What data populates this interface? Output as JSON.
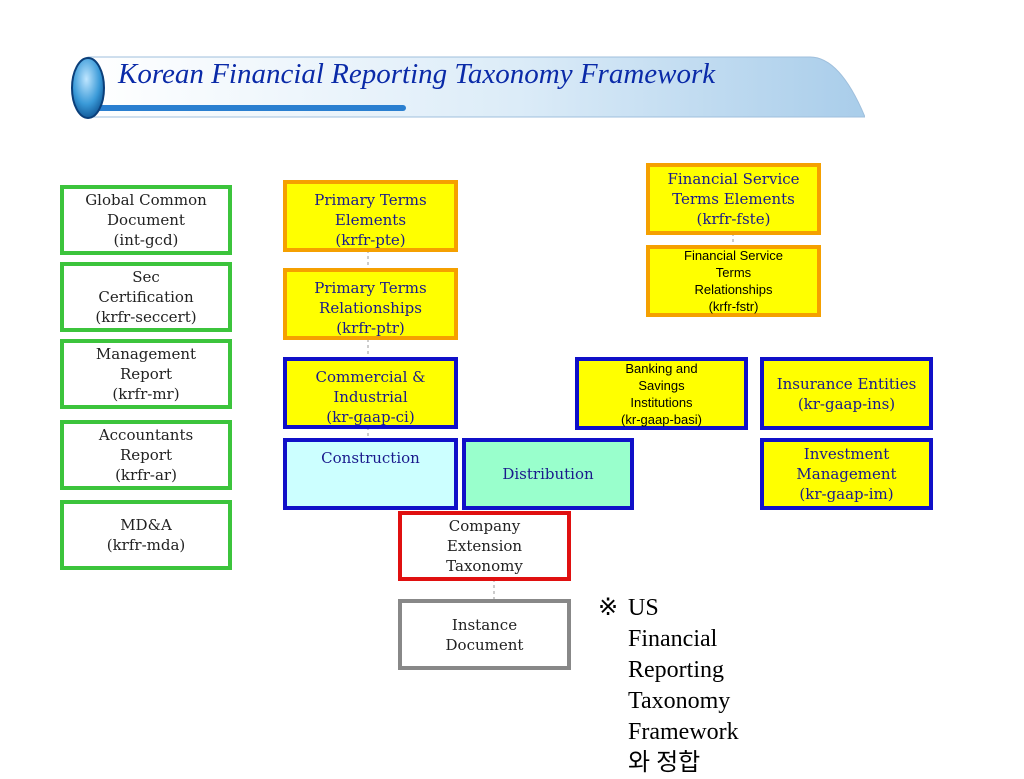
{
  "title": "Korean Financial Reporting Taxonomy Framework",
  "colors": {
    "title": "#0a2aa8",
    "green_border": "#3cc43c",
    "orange_border": "#f5a000",
    "blue_border": "#1010c8",
    "red_border": "#e01010",
    "gray_border": "#888888",
    "yellow_fill": "#ffff00",
    "light_cyan_fill": "#ccffff",
    "aqua_fill": "#99ffcc"
  },
  "boxes": {
    "global_common": "Global Common\nDocument\n(int-gcd)",
    "sec_cert": "Sec\nCertification\n(krfr-seccert)",
    "mgmt_report": "Management\nReport\n(krfr-mr)",
    "accountants_report": "Accountants\nReport\n(krfr-ar)",
    "mda": "MD&A\n(krfr-mda)",
    "primary_elements": "Primary Terms\nElements\n(krfr-pte)",
    "primary_relationships": "Primary Terms\nRelationships\n(krfr-ptr)",
    "commercial_industrial": "Commercial &\nIndustrial\n(kr-gaap-ci)",
    "construction": "Construction",
    "distribution": "Distribution",
    "company_extension": "Company\nExtension\nTaxonomy",
    "instance_document": "Instance\nDocument",
    "fin_service_elements": "Financial Service\nTerms Elements\n(krfr-fste)",
    "fin_service_relationships": "Financial Service\nTerms\nRelationships\n(krfr-fstr)",
    "banking": "Banking and\nSavings\nInstitutions\n(kr-gaap-basi)",
    "insurance": "Insurance Entities\n(kr-gaap-ins)",
    "investment": "Investment\nManagement\n(kr-gaap-im)"
  },
  "note": {
    "symbol": "※",
    "text": "US Financial Reporting\nTaxonomy Framework와 정합"
  }
}
